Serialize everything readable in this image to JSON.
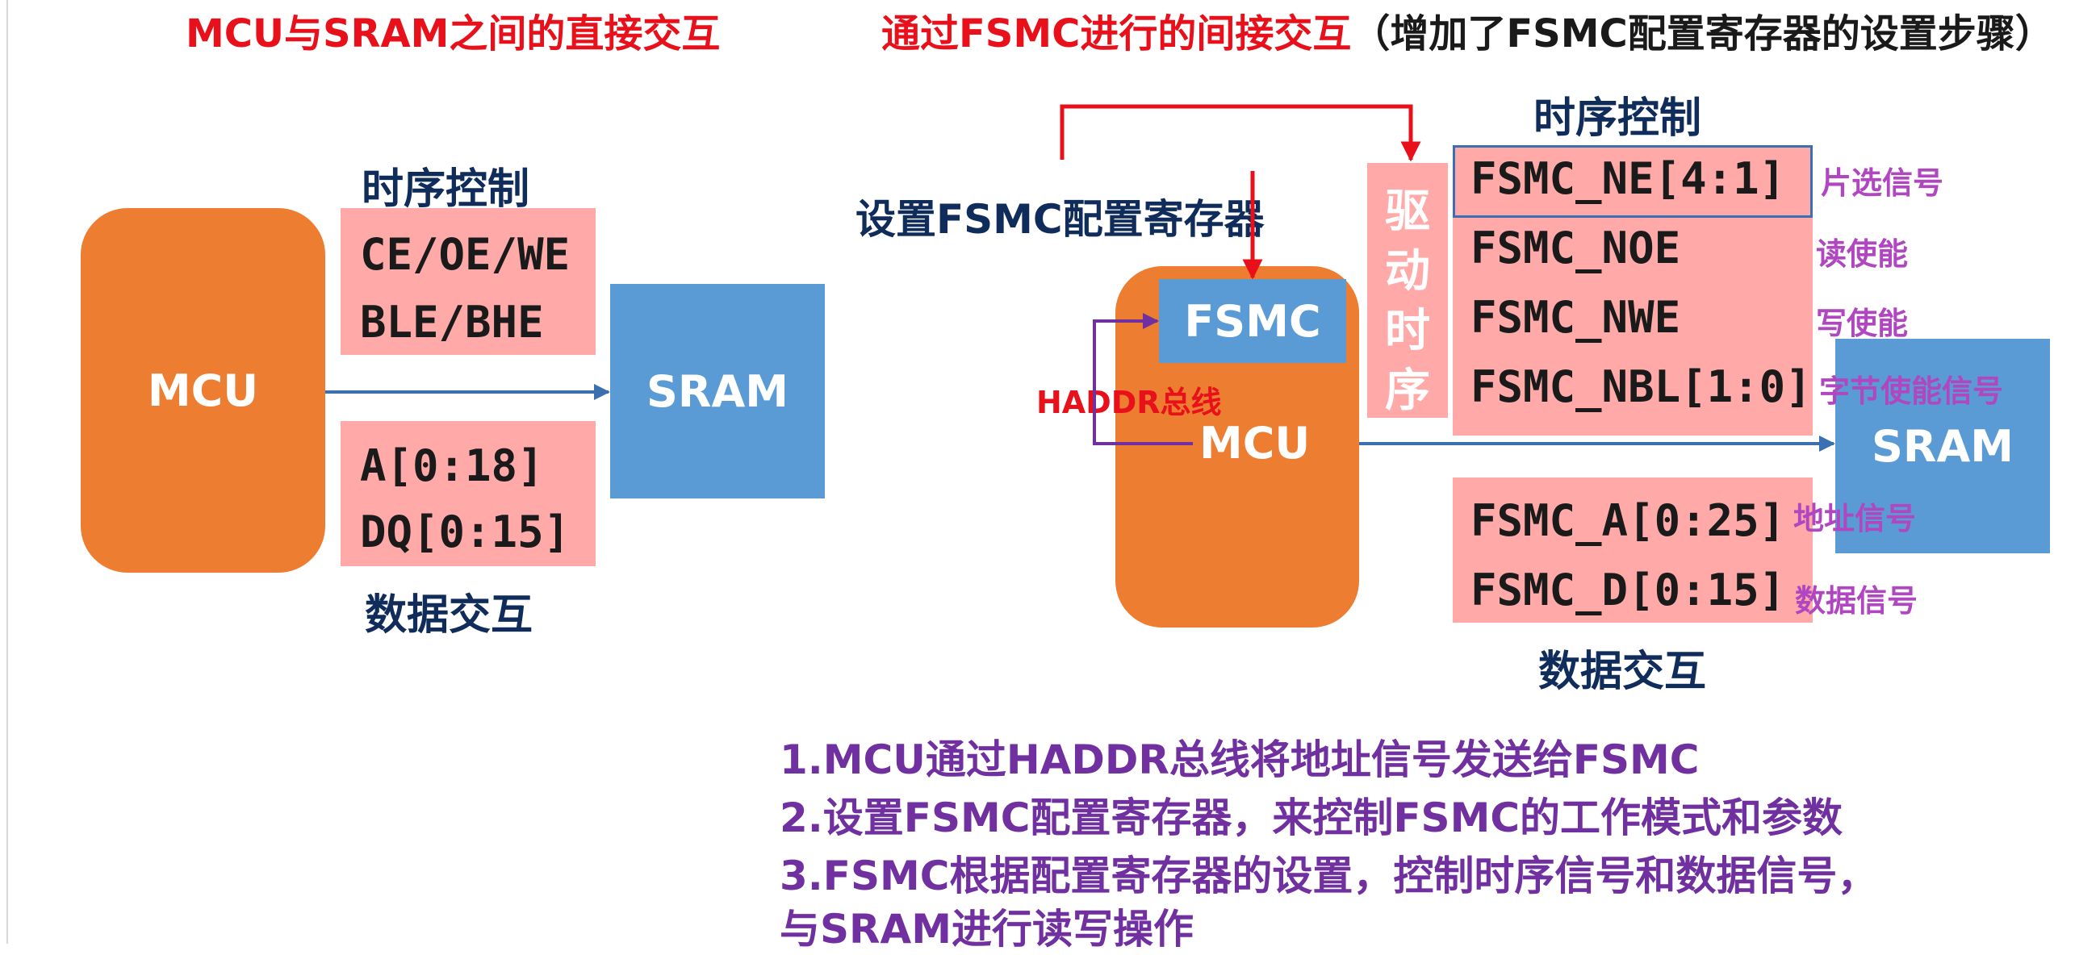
{
  "left": {
    "title": "MCU与SRAM之间的直接交互",
    "timing_heading": "时序控制",
    "data_heading": "数据交互",
    "mcu_label": "MCU",
    "sram_label": "SRAM",
    "control_signals": [
      "CE/OE/WE",
      "BLE/BHE"
    ],
    "data_signals": [
      "A[0:18]",
      "DQ[0:15]"
    ]
  },
  "right": {
    "title_red": "通过FSMC进行的间接交互",
    "title_black": "（增加了FSMC配置寄存器的设置步骤）",
    "timing_heading": "时序控制",
    "data_heading": "数据交互",
    "config_label": "设置FSMC配置寄存器",
    "fsmc_label": "FSMC",
    "mcu_label": "MCU",
    "haddr_label": "HADDR总线",
    "drive_timing": [
      "驱",
      "动",
      "时",
      "序"
    ],
    "sram_label": "SRAM",
    "control_signals": [
      {
        "name": "FSMC_NE[4:1]",
        "desc": "片选信号"
      },
      {
        "name": "FSMC_NOE",
        "desc": "读使能"
      },
      {
        "name": "FSMC_NWE",
        "desc": "写使能"
      },
      {
        "name": "FSMC_NBL[1:0]",
        "desc": "字节使能信号"
      }
    ],
    "data_signals": [
      {
        "name": "FSMC_A[0:25]",
        "desc": "地址信号"
      },
      {
        "name": "FSMC_D[0:15]",
        "desc": "数据信号"
      }
    ]
  },
  "steps": [
    "1.MCU通过HADDR总线将地址信号发送给FSMC",
    "2.设置FSMC配置寄存器，来控制FSMC的工作模式和参数",
    "3.FSMC根据配置寄存器的设置，控制时序信号和数据信号，",
    "与SRAM进行读写操作"
  ],
  "colors": {
    "orange": "#ed7d31",
    "blue": "#5b9bd5",
    "pink": "#ffaaa9",
    "red": "#e8101a",
    "navy": "#0f2c5a",
    "purple": "#7030a0",
    "magenta": "#b047c0"
  }
}
